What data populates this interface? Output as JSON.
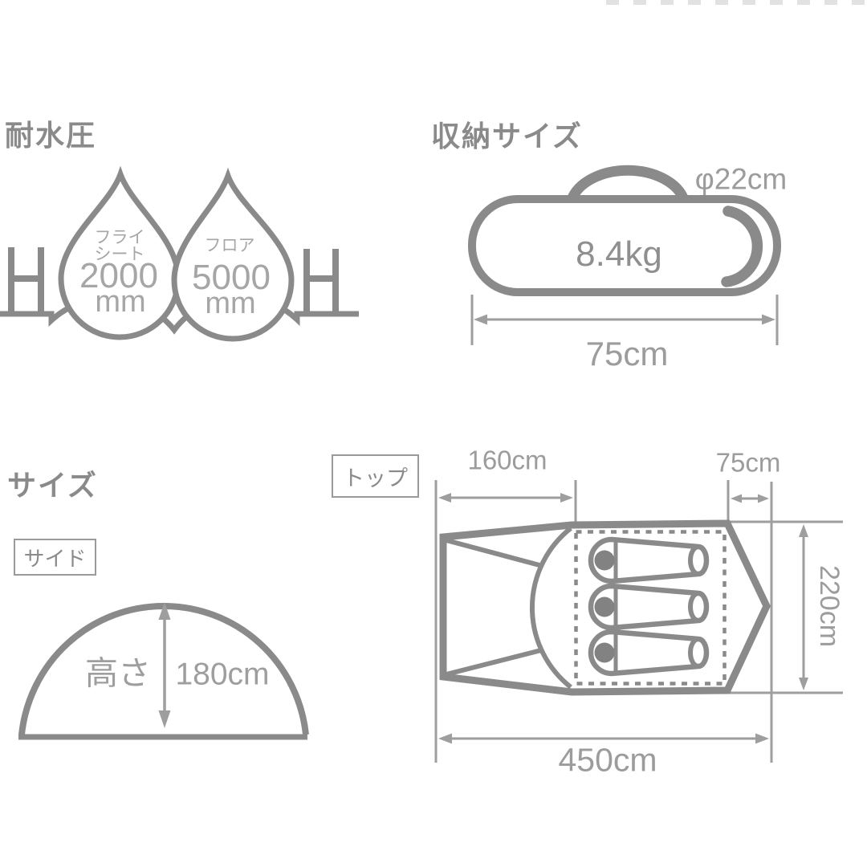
{
  "colors": {
    "line": "#8a8a8a",
    "dimension_text": "#9c9c9c",
    "drop_inner_text": "#a6a6a6",
    "background": "#ffffff"
  },
  "water_resistance": {
    "title": "耐水圧",
    "fly_sheet": {
      "label_line1": "フライ",
      "label_line2": "シート",
      "value": "2000",
      "unit": "mm"
    },
    "floor": {
      "label": "フロア",
      "value": "5000",
      "unit": "mm"
    }
  },
  "storage": {
    "title": "収納サイズ",
    "diameter": "φ22cm",
    "weight": "8.4kg",
    "length": "75cm"
  },
  "size": {
    "title": "サイズ",
    "side_view": {
      "label": "サイド",
      "height_label": "高さ",
      "height": "180cm"
    },
    "top_view": {
      "label": "トップ",
      "vestibule_width": "160cm",
      "rear_width": "75cm",
      "depth": "220cm",
      "total_length": "450cm"
    }
  }
}
